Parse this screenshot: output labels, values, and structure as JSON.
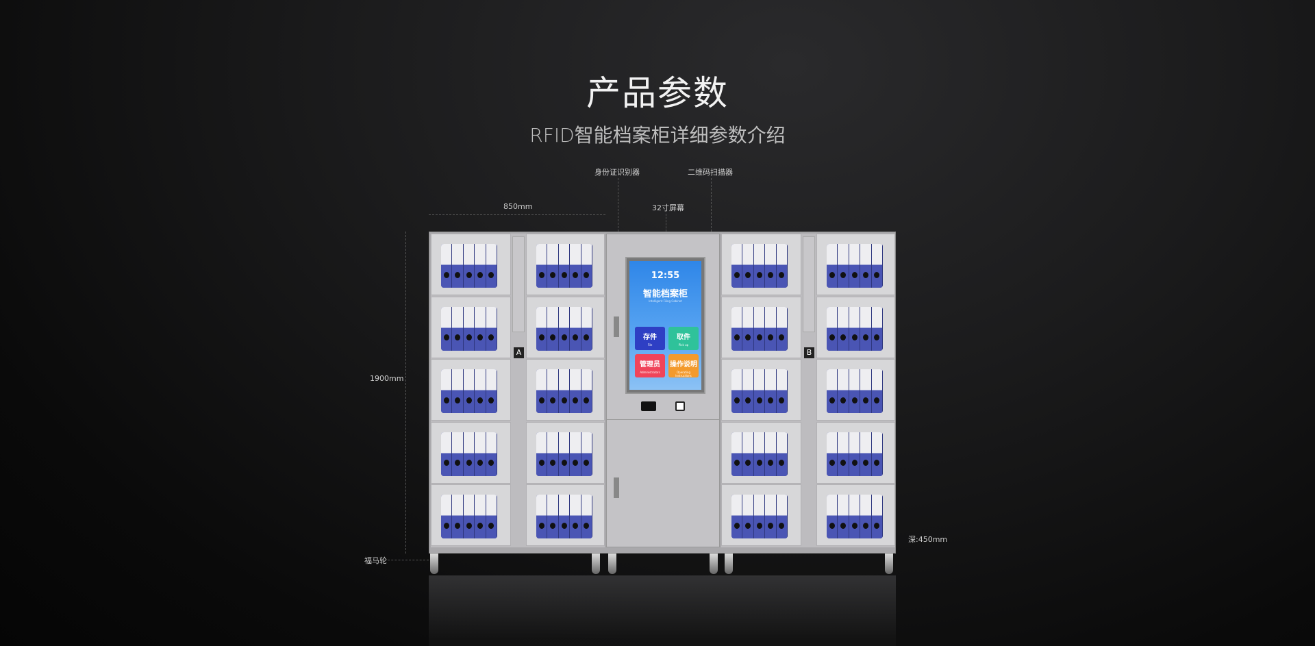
{
  "header": {
    "title": "产品参数",
    "subtitle": "RFID智能档案柜详细参数介绍"
  },
  "annotations": {
    "id_reader": "身份证识别器",
    "qr_scanner": "二维码扫描器",
    "screen_size": "32寸屏幕",
    "width": "850mm",
    "height": "1900mm",
    "casters": "福马轮",
    "depth": "深:450mm"
  },
  "cabinet": {
    "left_label": "A",
    "right_label": "B"
  },
  "screen": {
    "time": "12:55",
    "title": "智能档案柜",
    "subtitle": "Intelligent Filing Cabinet",
    "buttons": [
      {
        "label": "存件",
        "sub": "File",
        "color": "#2e3fc4"
      },
      {
        "label": "取件",
        "sub": "Pick up",
        "color": "#2fc29a"
      },
      {
        "label": "管理员",
        "sub": "Administrators",
        "color": "#f0445a"
      },
      {
        "label": "操作说明",
        "sub": "Operating Instructions",
        "color": "#f39a2c"
      }
    ]
  }
}
